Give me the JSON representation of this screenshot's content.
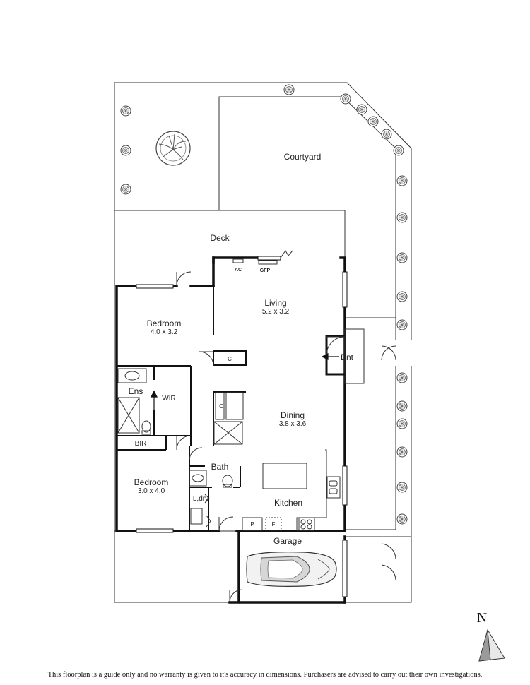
{
  "rooms": {
    "courtyard": "Courtyard",
    "deck": "Deck",
    "living": {
      "name": "Living",
      "dims": "5.2 x 3.2"
    },
    "bedroom1": {
      "name": "Bedroom",
      "dims": "4.0 x 3.2"
    },
    "ens": "Ens",
    "wir": "WIR",
    "bir": "BIR",
    "dining": {
      "name": "Dining",
      "dims": "3.8 x 3.6"
    },
    "bath": "Bath",
    "bedroom2": {
      "name": "Bedroom",
      "dims": "3.0 x 4.0"
    },
    "laundry": "L,dry",
    "kitchen": "Kitchen",
    "garage": "Garage",
    "entry": "Ent"
  },
  "fixtures": {
    "ac": "AC",
    "gfp": "GFP",
    "cupboard1": "C",
    "cupboard2": "C",
    "pantry": "P",
    "fridge": "F"
  },
  "compass": {
    "north": "N"
  },
  "disclaimer": "This floorplan is a guide only and no warranty is given to it's accuracy in dimensions. Purchasers are advised to carry out their own investigations."
}
